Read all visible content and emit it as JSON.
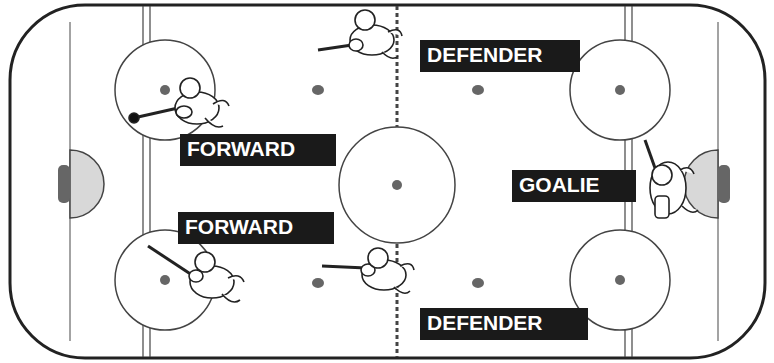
{
  "diagram": {
    "nodes": [
      {
        "text": [
          "DEFENDER"
        ]
      },
      {
        "text": [
          "FORWARD"
        ]
      },
      {
        "text": [
          "GOALIE"
        ]
      },
      {
        "text": [
          "FORWARD"
        ]
      },
      {
        "text": [
          "DEFENDER"
        ]
      }
    ]
  }
}
